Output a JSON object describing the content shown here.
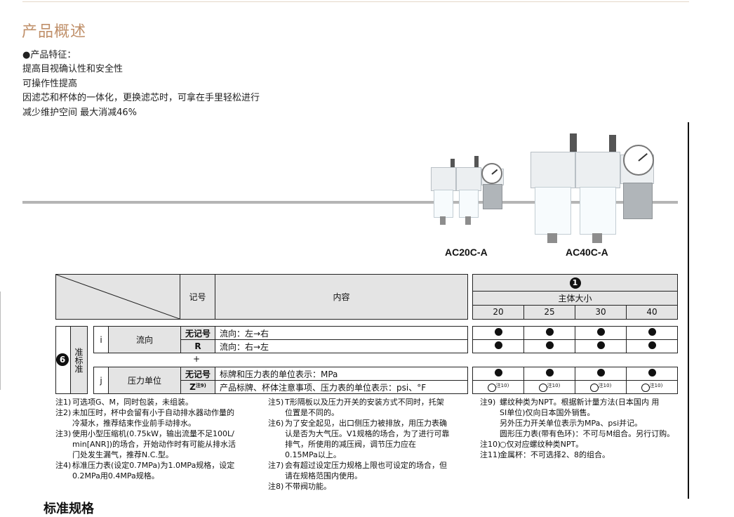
{
  "page": {
    "title": "产品概述",
    "features": [
      "●产品特征：",
      "提高目视确认性和安全性",
      "可操作性提高",
      "因滤芯和杯体的一体化，更换滤芯时，可拿在手里轻松进行",
      "减少维护空间 最大消减46%"
    ],
    "models": [
      "AC20C-A",
      "AC40C-A"
    ],
    "bottom_title": "标准规格"
  },
  "table": {
    "header_symbol": "记号",
    "header_content": "内容",
    "badge_1": "1",
    "body_size": "主体大小",
    "sizes": [
      "20",
      "25",
      "30",
      "40"
    ],
    "badge_6": "6",
    "group_label": "准标准",
    "row_i": {
      "code": "i",
      "name": "流向",
      "options": [
        {
          "symbol": "无记号",
          "content": "流向：左→右"
        },
        {
          "symbol": "R",
          "content": "流向：右→左"
        }
      ]
    },
    "plus": "+",
    "row_j": {
      "code": "j",
      "name": "压力单位",
      "options": [
        {
          "symbol": "无记号",
          "content": "标牌和压力表的单位表示：MPa"
        },
        {
          "symbol": "Z",
          "symbol_note": "注9)",
          "content": "产品标牌、杯体注意事项、压力表的单位表示：psi、°F"
        }
      ]
    },
    "circle_note": "注10)"
  },
  "notes": {
    "col1": [
      {
        "k": "注1)",
        "lines": [
          "可选项G、M，同时包装，未组装。"
        ]
      },
      {
        "k": "注2)",
        "lines": [
          "未加压时，杯中会留有小于自动排水器动作量的",
          "冷凝水，推荐结束作业前手动排水。"
        ]
      },
      {
        "k": "注3)",
        "lines": [
          "使用小型压缩机(0.75kW，输出流量不足100L/",
          "min[ANR])的场合，开始动作时有可能从排水活",
          "门处发生漏气，推荐N.C.型。"
        ]
      },
      {
        "k": "注4)",
        "lines": [
          "标准压力表(设定0.7MPa)为1.0MPa规格，设定",
          "0.2MPa用0.4MPa规格。"
        ]
      }
    ],
    "col2": [
      {
        "k": "注5)",
        "lines": [
          "T形隔板以及压力开关的安装方式不同时，托架",
          "位置是不同的。"
        ]
      },
      {
        "k": "注6)",
        "lines": [
          "为了安全起见，出口侧压力被排放，用压力表确",
          "认是否为大气压。V1规格的场合，为了进行可靠",
          "排气，所使用的减压阀，调节压力应在",
          "0.15MPa以上。"
        ]
      },
      {
        "k": "注7)",
        "lines": [
          "会有超过设定压力规格上限也可设定的场合，但",
          "请在规格范围内使用。"
        ]
      },
      {
        "k": "注8)",
        "lines": [
          "不带阀功能。"
        ]
      }
    ],
    "col3": [
      {
        "k": "注9)",
        "lines": [
          "螺纹种类为NPT。根据新计量方法(日本国内 用",
          "SI单位)仅向日本国外销售。",
          "另外压力开关单位表示为MPa、psi并记。",
          "圆形压力表(带有色环)：不可与M组合。另行订购。"
        ]
      },
      {
        "k": "注10)",
        "lines": [
          "○仅对应螺纹种类NPT。"
        ]
      },
      {
        "k": "注11)",
        "lines": [
          "金属杯：不可选择2、8的组合。"
        ]
      }
    ]
  }
}
